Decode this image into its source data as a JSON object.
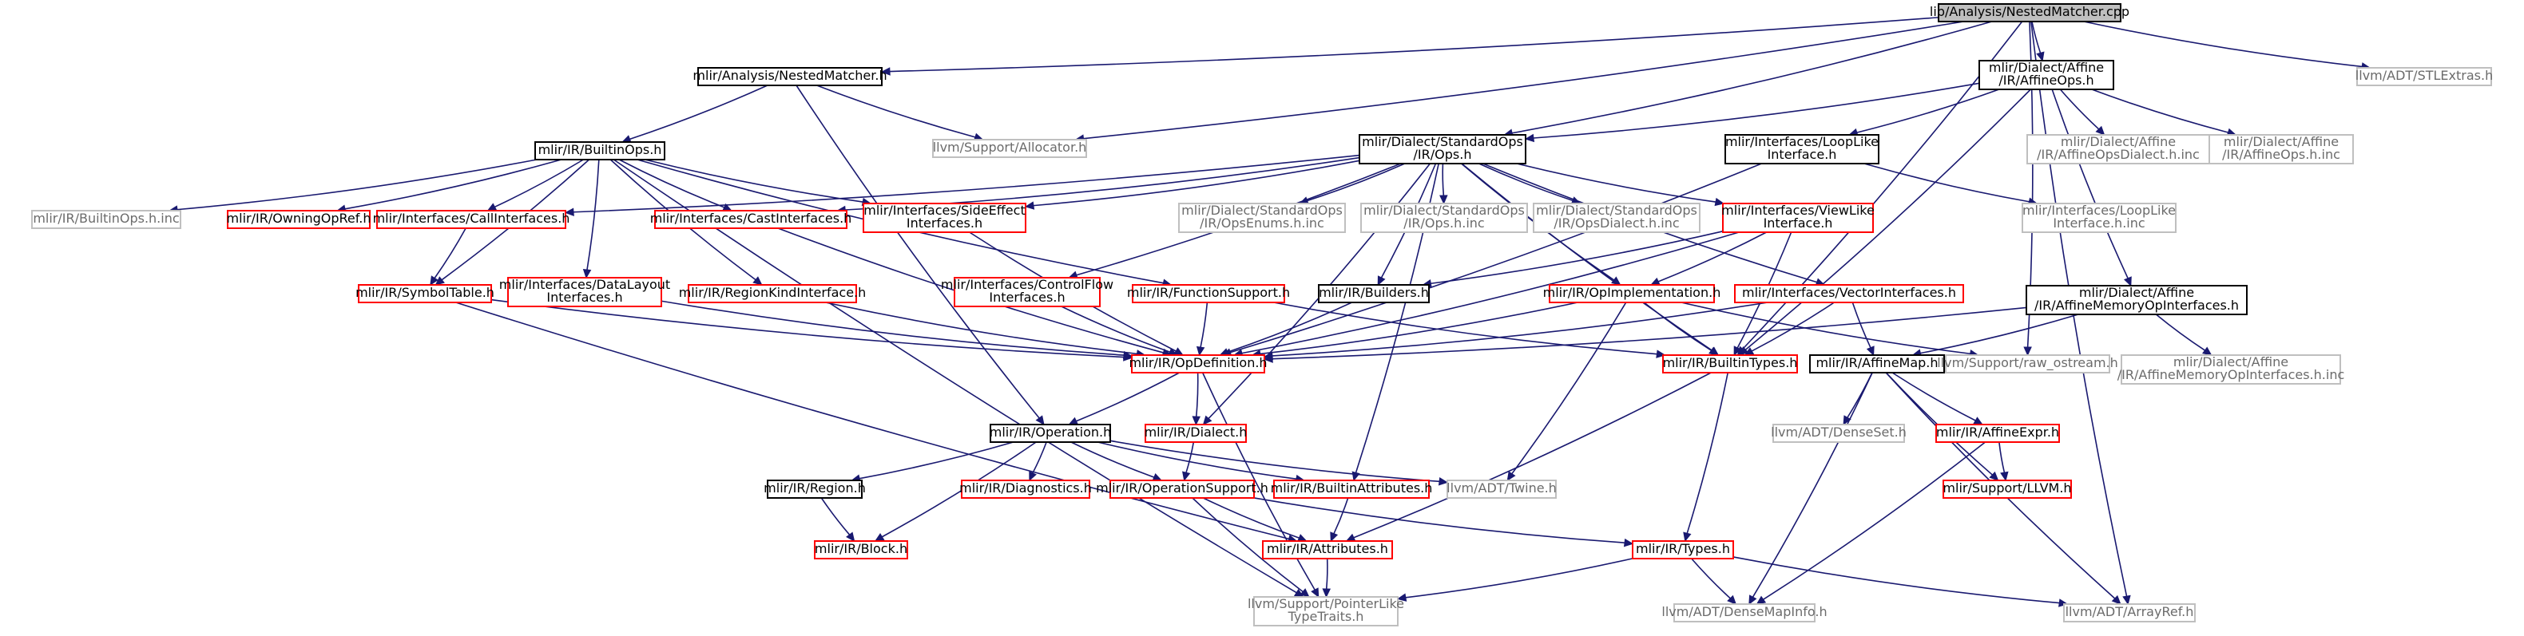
{
  "colors": {
    "edge": "#191970",
    "root_fill": "#bfbfbf",
    "documented_border": "#000000",
    "incomplete_border": "#ff0000",
    "external_border": "#bfbfbf",
    "external_text": "#6b6b6b"
  },
  "nodes": {
    "root": {
      "lines": [
        "lib/Analysis/NestedMatcher.cpp"
      ],
      "kind": "root"
    },
    "analysis_nm": {
      "lines": [
        "mlir/Analysis/NestedMatcher.h"
      ],
      "kind": "normal"
    },
    "affine_ops": {
      "lines": [
        "mlir/Dialect/Affine",
        "/IR/AffineOps.h"
      ],
      "kind": "normal"
    },
    "stlextras": {
      "lines": [
        "llvm/ADT/STLExtras.h"
      ],
      "kind": "gray"
    },
    "builtin_ops": {
      "lines": [
        "mlir/IR/BuiltinOps.h"
      ],
      "kind": "normal"
    },
    "allocator": {
      "lines": [
        "llvm/Support/Allocator.h"
      ],
      "kind": "gray"
    },
    "std_ops": {
      "lines": [
        "mlir/Dialect/StandardOps",
        "/IR/Ops.h"
      ],
      "kind": "normal"
    },
    "loop_like": {
      "lines": [
        "mlir/Interfaces/LoopLike",
        "Interface.h"
      ],
      "kind": "normal"
    },
    "affine_dialect_inc": {
      "lines": [
        "mlir/Dialect/Affine",
        "/IR/AffineOpsDialect.h.inc"
      ],
      "kind": "gray"
    },
    "affine_ops_inc": {
      "lines": [
        "mlir/Dialect/Affine",
        "/IR/AffineOps.h.inc"
      ],
      "kind": "gray"
    },
    "builtin_ops_inc": {
      "lines": [
        "mlir/IR/BuiltinOps.h.inc"
      ],
      "kind": "gray"
    },
    "owning_op_ref": {
      "lines": [
        "mlir/IR/OwningOpRef.h"
      ],
      "kind": "red"
    },
    "call_interfaces": {
      "lines": [
        "mlir/Interfaces/CallInterfaces.h"
      ],
      "kind": "red"
    },
    "cast_interfaces": {
      "lines": [
        "mlir/Interfaces/CastInterfaces.h"
      ],
      "kind": "red"
    },
    "side_effect": {
      "lines": [
        "mlir/Interfaces/SideEffect",
        "Interfaces.h"
      ],
      "kind": "red"
    },
    "std_enums_inc": {
      "lines": [
        "mlir/Dialect/StandardOps",
        "/IR/OpsEnums.h.inc"
      ],
      "kind": "gray"
    },
    "std_ops_inc": {
      "lines": [
        "mlir/Dialect/StandardOps",
        "/IR/Ops.h.inc"
      ],
      "kind": "gray"
    },
    "std_dialect_inc": {
      "lines": [
        "mlir/Dialect/StandardOps",
        "/IR/OpsDialect.h.inc"
      ],
      "kind": "gray"
    },
    "view_like": {
      "lines": [
        "mlir/Interfaces/ViewLike",
        "Interface.h"
      ],
      "kind": "red"
    },
    "loop_like_inc": {
      "lines": [
        "mlir/Interfaces/LoopLike",
        "Interface.h.inc"
      ],
      "kind": "gray"
    },
    "symbol_table": {
      "lines": [
        "mlir/IR/SymbolTable.h"
      ],
      "kind": "red"
    },
    "data_layout": {
      "lines": [
        "mlir/Interfaces/DataLayout",
        "Interfaces.h"
      ],
      "kind": "red"
    },
    "region_kind": {
      "lines": [
        "mlir/IR/RegionKindInterface.h"
      ],
      "kind": "red"
    },
    "control_flow": {
      "lines": [
        "mlir/Interfaces/ControlFlow",
        "Interfaces.h"
      ],
      "kind": "red"
    },
    "function_support": {
      "lines": [
        "mlir/IR/FunctionSupport.h"
      ],
      "kind": "red"
    },
    "builders": {
      "lines": [
        "mlir/IR/Builders.h"
      ],
      "kind": "normal"
    },
    "op_implementation": {
      "lines": [
        "mlir/IR/OpImplementation.h"
      ],
      "kind": "red"
    },
    "vector_interfaces": {
      "lines": [
        "mlir/Interfaces/VectorInterfaces.h"
      ],
      "kind": "red"
    },
    "affine_mem_op": {
      "lines": [
        "mlir/Dialect/Affine",
        "/IR/AffineMemoryOpInterfaces.h"
      ],
      "kind": "normal"
    },
    "op_definition": {
      "lines": [
        "mlir/IR/OpDefinition.h"
      ],
      "kind": "red"
    },
    "builtin_types": {
      "lines": [
        "mlir/IR/BuiltinTypes.h"
      ],
      "kind": "red"
    },
    "affine_map": {
      "lines": [
        "mlir/IR/AffineMap.h"
      ],
      "kind": "normal"
    },
    "raw_ostream": {
      "lines": [
        "llvm/Support/raw_ostream.h"
      ],
      "kind": "gray"
    },
    "affine_mem_op_inc": {
      "lines": [
        "mlir/Dialect/Affine",
        "/IR/AffineMemoryOpInterfaces.h.inc"
      ],
      "kind": "gray"
    },
    "operation": {
      "lines": [
        "mlir/IR/Operation.h"
      ],
      "kind": "normal"
    },
    "dialect": {
      "lines": [
        "mlir/IR/Dialect.h"
      ],
      "kind": "red"
    },
    "dense_set": {
      "lines": [
        "llvm/ADT/DenseSet.h"
      ],
      "kind": "gray"
    },
    "affine_expr": {
      "lines": [
        "mlir/IR/AffineExpr.h"
      ],
      "kind": "red"
    },
    "region": {
      "lines": [
        "mlir/IR/Region.h"
      ],
      "kind": "normal"
    },
    "diagnostics": {
      "lines": [
        "mlir/IR/Diagnostics.h"
      ],
      "kind": "red"
    },
    "operation_support": {
      "lines": [
        "mlir/IR/OperationSupport.h"
      ],
      "kind": "red"
    },
    "builtin_attributes": {
      "lines": [
        "mlir/IR/BuiltinAttributes.h"
      ],
      "kind": "red"
    },
    "twine": {
      "lines": [
        "llvm/ADT/Twine.h"
      ],
      "kind": "gray"
    },
    "support_llvm": {
      "lines": [
        "mlir/Support/LLVM.h"
      ],
      "kind": "red"
    },
    "block": {
      "lines": [
        "mlir/IR/Block.h"
      ],
      "kind": "red"
    },
    "attributes": {
      "lines": [
        "mlir/IR/Attributes.h"
      ],
      "kind": "red"
    },
    "types": {
      "lines": [
        "mlir/IR/Types.h"
      ],
      "kind": "red"
    },
    "pointer_like": {
      "lines": [
        "llvm/Support/PointerLike",
        "TypeTraits.h"
      ],
      "kind": "gray"
    },
    "dense_map_info": {
      "lines": [
        "llvm/ADT/DenseMapInfo.h"
      ],
      "kind": "gray"
    },
    "array_ref": {
      "lines": [
        "llvm/ADT/ArrayRef.h"
      ],
      "kind": "gray"
    }
  },
  "edges": [
    [
      "root",
      "analysis_nm"
    ],
    [
      "root",
      "affine_ops"
    ],
    [
      "root",
      "stlextras"
    ],
    [
      "root",
      "allocator"
    ],
    [
      "root",
      "std_ops"
    ],
    [
      "root",
      "raw_ostream"
    ],
    [
      "root",
      "builtin_types"
    ],
    [
      "root",
      "array_ref"
    ],
    [
      "analysis_nm",
      "builtin_ops"
    ],
    [
      "analysis_nm",
      "allocator"
    ],
    [
      "analysis_nm",
      "operation"
    ],
    [
      "affine_ops",
      "std_ops"
    ],
    [
      "affine_ops",
      "loop_like"
    ],
    [
      "affine_ops",
      "affine_dialect_inc"
    ],
    [
      "affine_ops",
      "affine_ops_inc"
    ],
    [
      "affine_ops",
      "affine_mem_op"
    ],
    [
      "affine_ops",
      "builtin_types"
    ],
    [
      "builtin_ops",
      "builtin_ops_inc"
    ],
    [
      "builtin_ops",
      "owning_op_ref"
    ],
    [
      "builtin_ops",
      "call_interfaces"
    ],
    [
      "builtin_ops",
      "cast_interfaces"
    ],
    [
      "builtin_ops",
      "side_effect"
    ],
    [
      "builtin_ops",
      "symbol_table"
    ],
    [
      "builtin_ops",
      "data_layout"
    ],
    [
      "builtin_ops",
      "region_kind"
    ],
    [
      "builtin_ops",
      "function_support"
    ],
    [
      "builtin_ops",
      "pointer_like"
    ],
    [
      "std_ops",
      "call_interfaces"
    ],
    [
      "std_ops",
      "cast_interfaces"
    ],
    [
      "std_ops",
      "side_effect"
    ],
    [
      "std_ops",
      "std_enums_inc"
    ],
    [
      "std_ops",
      "std_ops_inc"
    ],
    [
      "std_ops",
      "std_dialect_inc"
    ],
    [
      "std_ops",
      "view_like"
    ],
    [
      "std_ops",
      "control_flow"
    ],
    [
      "std_ops",
      "builders"
    ],
    [
      "std_ops",
      "op_implementation"
    ],
    [
      "std_ops",
      "vector_interfaces"
    ],
    [
      "std_ops",
      "dialect"
    ],
    [
      "std_ops",
      "builtin_attributes"
    ],
    [
      "std_ops",
      "builtin_types"
    ],
    [
      "loop_like",
      "loop_like_inc"
    ],
    [
      "loop_like",
      "op_definition"
    ],
    [
      "call_interfaces",
      "symbol_table"
    ],
    [
      "cast_interfaces",
      "op_definition"
    ],
    [
      "side_effect",
      "op_definition"
    ],
    [
      "view_like",
      "builders"
    ],
    [
      "view_like",
      "op_implementation"
    ],
    [
      "view_like",
      "op_definition"
    ],
    [
      "view_like",
      "builtin_types"
    ],
    [
      "symbol_table",
      "op_definition"
    ],
    [
      "symbol_table",
      "attributes"
    ],
    [
      "data_layout",
      "op_definition"
    ],
    [
      "region_kind",
      "op_definition"
    ],
    [
      "control_flow",
      "op_definition"
    ],
    [
      "function_support",
      "op_definition"
    ],
    [
      "function_support",
      "builtin_types"
    ],
    [
      "builders",
      "op_definition"
    ],
    [
      "op_implementation",
      "op_definition"
    ],
    [
      "op_implementation",
      "builtin_types"
    ],
    [
      "op_implementation",
      "twine"
    ],
    [
      "op_implementation",
      "raw_ostream"
    ],
    [
      "vector_interfaces",
      "op_definition"
    ],
    [
      "vector_interfaces",
      "builtin_types"
    ],
    [
      "vector_interfaces",
      "affine_map"
    ],
    [
      "affine_mem_op",
      "op_definition"
    ],
    [
      "affine_mem_op",
      "affine_map"
    ],
    [
      "affine_mem_op",
      "affine_mem_op_inc"
    ],
    [
      "op_definition",
      "operation"
    ],
    [
      "op_definition",
      "dialect"
    ],
    [
      "op_definition",
      "pointer_like"
    ],
    [
      "builtin_types",
      "attributes"
    ],
    [
      "builtin_types",
      "types"
    ],
    [
      "affine_map",
      "dense_set"
    ],
    [
      "affine_map",
      "affine_expr"
    ],
    [
      "affine_map",
      "support_llvm"
    ],
    [
      "affine_map",
      "dense_map_info"
    ],
    [
      "affine_map",
      "array_ref"
    ],
    [
      "operation",
      "region"
    ],
    [
      "operation",
      "block"
    ],
    [
      "operation",
      "diagnostics"
    ],
    [
      "operation",
      "operation_support"
    ],
    [
      "operation",
      "builtin_attributes"
    ],
    [
      "operation",
      "twine"
    ],
    [
      "dialect",
      "operation_support"
    ],
    [
      "affine_expr",
      "support_llvm"
    ],
    [
      "affine_expr",
      "dense_map_info"
    ],
    [
      "region",
      "block"
    ],
    [
      "operation_support",
      "attributes"
    ],
    [
      "operation_support",
      "types"
    ],
    [
      "operation_support",
      "pointer_like"
    ],
    [
      "builtin_attributes",
      "attributes"
    ],
    [
      "attributes",
      "pointer_like"
    ],
    [
      "types",
      "pointer_like"
    ],
    [
      "types",
      "dense_map_info"
    ],
    [
      "types",
      "array_ref"
    ]
  ]
}
